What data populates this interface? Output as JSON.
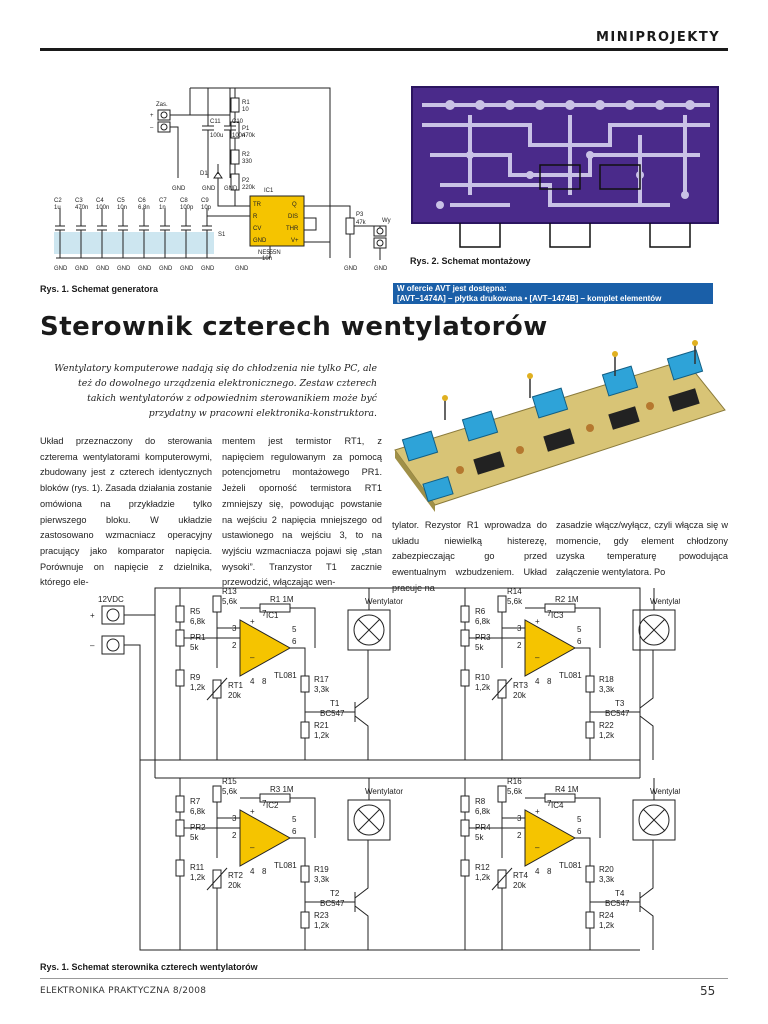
{
  "header": {
    "section": "MINIPROJEKTY"
  },
  "fig1": {
    "caption": "Rys. 1. Schemat generatora",
    "labels": {
      "zas": "Zas.",
      "plus": "+",
      "minus": "–",
      "c11": "C11",
      "c11v": "100u",
      "c10": "C10",
      "c10v": "100n",
      "r1": "R1",
      "r1v": "10",
      "p1": "P1",
      "p1v": "470k",
      "r2": "R2",
      "r2v": "330",
      "p2": "P2",
      "p2v": "220k",
      "d1": "D1",
      "ic1": "IC1",
      "ic1v": "NE555N",
      "tr": "TR",
      "r": "R",
      "cv": "CV",
      "gnd": "GND",
      "q": "Q",
      "dis": "DIS",
      "thr": "THR",
      "vplus": "V+",
      "p3": "P3",
      "p3v": "47k",
      "wy": "Wy",
      "s1": "S1",
      "c2": "C2",
      "c2v": "1u",
      "c3": "C3",
      "c3v": "470n",
      "c4": "C4",
      "c4v": "100n",
      "c5": "C5",
      "c5v": "10n",
      "c6": "C6",
      "c6v": "6,8n",
      "c7": "C7",
      "c7v": "1n",
      "c8": "C8",
      "c8v": "100p",
      "c9": "C9",
      "c9v": "10p",
      "c1v": "10n"
    }
  },
  "fig2": {
    "caption": "Rys. 2. Schemat montażowy"
  },
  "avt": {
    "line1": "W ofercie AVT jest dostępna:",
    "line2": "[AVT–1474A] – płytka drukowana • [AVT–1474B] – komplet elementów"
  },
  "article": {
    "title": "Sterownik czterech wentylatorów",
    "lead": "Wentylatory komputerowe nadają się do chłodzenia nie tylko PC, ale też do dowolnego urządzenia elektronicznego. Zestaw czterech takich wentylatorów z odpowiednim sterowanikiem może być przydatny w pracowni elektronika-konstruktora.",
    "col1": "Układ przeznaczony do sterowania czterema wentylatorami komputerowymi, zbudowany jest z czterech identycznych bloków (rys. 1). Zasada działania zostanie omówiona na przykładzie tylko pierwszego bloku. W układzie zastosowano wzmacniacz operacyjny pracujący jako komparator napięcia. Porównuje on napięcie z dzielnika, którego ele-",
    "col2": "mentem jest termistor RT1, z napięciem regulowanym za pomocą potencjometru montażowego PR1. Jeżeli oporność termistora RT1 zmniejszy się, powodując powstanie na wejściu 2 napięcia mniejszego od ustawionego na wejściu 3, to na wyjściu wzmacniacza pojawi się „stan wysoki”. Tranzystor T1 zacznie przewodzić, włączając wen-",
    "col3": "tylator. Rezystor R1 wprowadza do układu niewielką histerezę, zabezpieczając go przed ewentualnym wzbudzeniem. Układ pracuje na",
    "col4": "zasadzie włącz/wyłącz, czyli włącza się w momencie, gdy element chłodzony uzyska temperaturę powodująca załączenie wentylatora. Po"
  },
  "fig3": {
    "caption": "Rys. 1. Schemat sterownika czterech wentylatorów",
    "supply": "12VDC",
    "plus": "+",
    "minus": "–",
    "fan": "Wentylator",
    "blocks": [
      {
        "r_div_top": "R5",
        "r_div_top_v": "6,8k",
        "pr": "PR1",
        "pr_v": "5k",
        "r_div_bot": "R9",
        "r_div_bot_v": "1,2k",
        "r_pull": "R13",
        "r_pull_v": "5,6k",
        "r_fb": "R1 1M",
        "ic": "IC1",
        "ic_v": "TL081",
        "rt": "RT1",
        "rt_v": "20k",
        "r_base": "R17",
        "r_base_v": "3,3k",
        "t": "T1",
        "t_v": "BC547",
        "r_e": "R21",
        "r_e_v": "1,2k"
      },
      {
        "r_div_top": "R6",
        "r_div_top_v": "6,8k",
        "pr": "PR3",
        "pr_v": "5k",
        "r_div_bot": "R10",
        "r_div_bot_v": "1,2k",
        "r_pull": "R14",
        "r_pull_v": "5,6k",
        "r_fb": "R2 1M",
        "ic": "IC3",
        "ic_v": "TL081",
        "rt": "RT3",
        "rt_v": "20k",
        "r_base": "R18",
        "r_base_v": "3,3k",
        "t": "T3",
        "t_v": "BC547",
        "r_e": "R22",
        "r_e_v": "1,2k"
      },
      {
        "r_div_top": "R7",
        "r_div_top_v": "6,8k",
        "pr": "PR2",
        "pr_v": "5k",
        "r_div_bot": "R11",
        "r_div_bot_v": "1,2k",
        "r_pull": "R15",
        "r_pull_v": "5,6k",
        "r_fb": "R3 1M",
        "ic": "IC2",
        "ic_v": "TL081",
        "rt": "RT2",
        "rt_v": "20k",
        "r_base": "R19",
        "r_base_v": "3,3k",
        "t": "T2",
        "t_v": "BC547",
        "r_e": "R23",
        "r_e_v": "1,2k"
      },
      {
        "r_div_top": "R8",
        "r_div_top_v": "6,8k",
        "pr": "PR4",
        "pr_v": "5k",
        "r_div_bot": "R12",
        "r_div_bot_v": "1,2k",
        "r_pull": "R16",
        "r_pull_v": "5,6k",
        "r_fb": "R4 1M",
        "ic": "IC4",
        "ic_v": "TL081",
        "rt": "RT4",
        "rt_v": "20k",
        "r_base": "R20",
        "r_base_v": "3,3k",
        "t": "T4",
        "t_v": "BC547",
        "r_e": "R24",
        "r_e_v": "1,2k"
      }
    ],
    "pins": {
      "p2": "2",
      "p3": "3",
      "p4": "4",
      "p5": "5",
      "p6": "6",
      "p7": "7",
      "p8": "8"
    }
  },
  "footer": {
    "magazine": "ELEKTRONIKA PRAKTYCZNA 8/2008",
    "page": "55"
  },
  "colors": {
    "pcb_bg": "#4a2a8a",
    "pcb_trace": "#c9c2e6",
    "avt_box": "#1a5fa8",
    "opamp": "#f5c400"
  }
}
